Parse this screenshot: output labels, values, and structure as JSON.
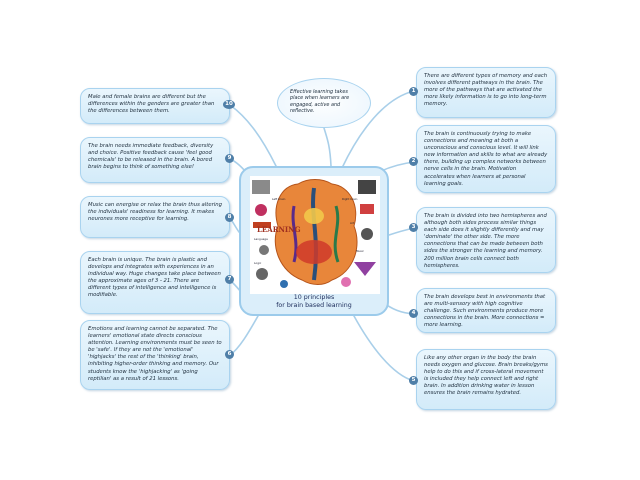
{
  "center": {
    "title": "10 principles",
    "subtitle": "for brain based learning",
    "image_label": "LEARNING"
  },
  "bubble": {
    "text": "Effective learning takes place when learners are engaged, active and reflective."
  },
  "branches": [
    {
      "num": "1",
      "text": "There are different types of memory and each involves different pathways in the brain. The more of the pathways that are activated the more likely information is to go into long-term memory."
    },
    {
      "num": "2",
      "text": "The brain is continuously trying to make connections and meaning at both a unconscious and conscious level. It will link new information and skills to what are already there, building up complex networks between nerve cells in the brain. Motivation accelerates when learners at personal learning goals."
    },
    {
      "num": "3",
      "text": "The brain is divided into two hemispheres and although both sides process similar things each side does it slightly differently and may 'dominate' the other side. The more connections that can be made between both sides the stronger the learning and memory. 200 million brain cells connect both hemispheres."
    },
    {
      "num": "4",
      "text": "The brain develops best in environments that are multi-sensory with high cognitive challenge. Such environments produce more connections in the brain. More connections = more learning."
    },
    {
      "num": "5",
      "text": "Like any other organ in the body the brain needs oxygen and glucose. Brain breaks/gyms help to do this and if cross-lateral movement is included they help connect left and right brain. In addition drinking water in lesson ensures the brain remains hydrated."
    },
    {
      "num": "6",
      "text": "Emotions and learning cannot be separated. The learners' emotional state directs conscious attention. Learning environments must be seen to be 'safe'. If they are not the 'emotional' 'highjacks' the rest of the 'thinking' brain, inhibiting higher-order thinking and memory. Our students know the 'highjacking' as 'going reptilian' as a result of 21 lessons."
    },
    {
      "num": "7",
      "text": "Each brain is unique. The brain is plastic and develops and integrates with experiences in an individual way. Huge changes take place between the approximate ages of 3 - 21. There are different types of intelligence and intelligence is modifiable."
    },
    {
      "num": "8",
      "text": "Music can energise or relax the brain thus altering the individuals' readiness for learning. It makes neurones more receptive for learning."
    },
    {
      "num": "9",
      "text": "The brain needs immediate feedback, diversity and choice. Positive feedback cause 'feel good chemicals' to be released in the brain. A bored brain begins to think of something else!"
    },
    {
      "num": "10",
      "text": "Male and female brains are different but the differences within the genders are greater than the differences between them."
    }
  ],
  "colors": {
    "box_border": "#a9d3ef",
    "box_fill": "#dbeefa",
    "badge": "#4f7fa8",
    "connector": "#a9cfe9"
  }
}
